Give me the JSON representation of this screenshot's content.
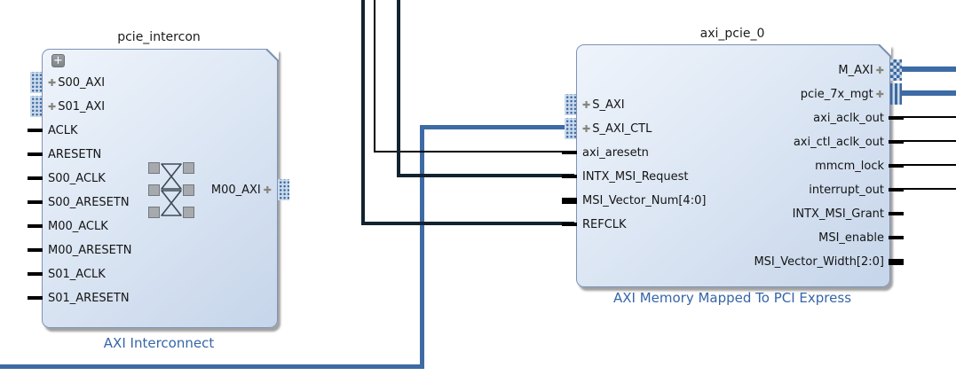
{
  "blocks": [
    {
      "title": "pcie_intercon",
      "type_label": "AXI Interconnect",
      "has_expand_button": true,
      "left_ports": [
        {
          "label": "S00_AXI",
          "kind": "interface",
          "marker": "dotted"
        },
        {
          "label": "S01_AXI",
          "kind": "interface",
          "marker": "dotted"
        },
        {
          "label": "ACLK",
          "kind": "scalar"
        },
        {
          "label": "ARESETN",
          "kind": "scalar"
        },
        {
          "label": "S00_ACLK",
          "kind": "scalar"
        },
        {
          "label": "S00_ARESETN",
          "kind": "scalar"
        },
        {
          "label": "M00_ACLK",
          "kind": "scalar"
        },
        {
          "label": "M00_ARESETN",
          "kind": "scalar"
        },
        {
          "label": "S01_ACLK",
          "kind": "scalar"
        },
        {
          "label": "S01_ARESETN",
          "kind": "scalar"
        }
      ],
      "right_ports": [
        {
          "label": "M00_AXI",
          "kind": "interface",
          "marker": "dotted"
        }
      ]
    },
    {
      "title": "axi_pcie_0",
      "type_label": "AXI Memory Mapped To PCI Express",
      "has_expand_button": false,
      "left_ports": [
        {
          "label": "S_AXI",
          "kind": "interface",
          "marker": "dotted"
        },
        {
          "label": "S_AXI_CTL",
          "kind": "interface",
          "marker": "dotted"
        },
        {
          "label": "axi_aresetn",
          "kind": "scalar"
        },
        {
          "label": "INTX_MSI_Request",
          "kind": "scalar"
        },
        {
          "label": "MSI_Vector_Num[4:0]",
          "kind": "bus"
        },
        {
          "label": "REFCLK",
          "kind": "scalar"
        }
      ],
      "right_ports": [
        {
          "label": "M_AXI",
          "kind": "interface",
          "marker": "checker"
        },
        {
          "label": "pcie_7x_mgt",
          "kind": "interface",
          "marker": "stripes"
        },
        {
          "label": "axi_aclk_out",
          "kind": "scalar"
        },
        {
          "label": "axi_ctl_aclk_out",
          "kind": "scalar"
        },
        {
          "label": "mmcm_lock",
          "kind": "scalar"
        },
        {
          "label": "interrupt_out",
          "kind": "scalar"
        },
        {
          "label": "INTX_MSI_Grant",
          "kind": "scalar"
        },
        {
          "label": "MSI_enable",
          "kind": "scalar"
        },
        {
          "label": "MSI_Vector_Width[2:0]",
          "kind": "bus"
        }
      ]
    }
  ],
  "icons": {
    "expand_button_glyph": "+",
    "interface_plus_glyph": "✚"
  },
  "wires": [
    {
      "connects_to": "S_AXI_CTL",
      "style": "interface"
    },
    {
      "connects_to": "axi_aresetn",
      "style": "thin"
    },
    {
      "connects_to": "INTX_MSI_Request",
      "style": "thick"
    },
    {
      "connects_to": "REFCLK",
      "style": "thick"
    },
    {
      "connects_to": "M_AXI",
      "style": "interface"
    },
    {
      "connects_to": "pcie_7x_mgt",
      "style": "interface"
    },
    {
      "connects_to": "axi_aclk_out",
      "style": "thin"
    },
    {
      "connects_to": "axi_ctl_aclk_out",
      "style": "thin"
    },
    {
      "connects_to": "mmcm_lock",
      "style": "thin"
    },
    {
      "connects_to": "interrupt_out",
      "style": "thin"
    }
  ],
  "colors": {
    "interface_wire": "#3d6ba5",
    "net_wire": "#000000",
    "thick_net_wire": "#13222f",
    "block_border": "#7e93b6",
    "type_label_text": "#3565a8",
    "marker_dark": "#3f689b",
    "marker_light": "#c9daee"
  }
}
